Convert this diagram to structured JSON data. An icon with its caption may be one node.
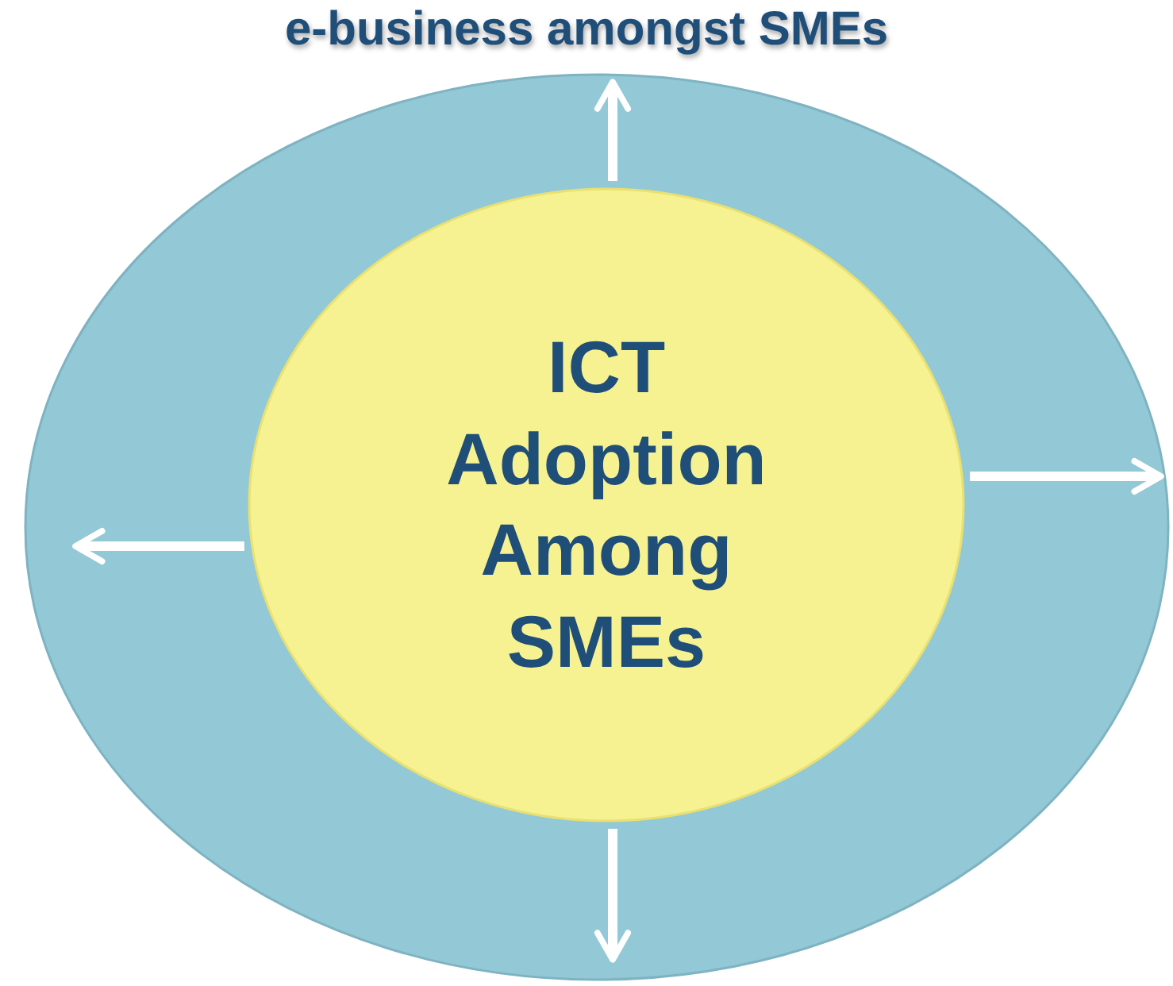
{
  "diagram": {
    "title": "e-business amongst SMEs",
    "nodes": [
      {
        "text": [],
        "shape": "ellipse"
      },
      {
        "text": [
          "ICT Adoption Among SMEs"
        ],
        "in": 0
      }
    ],
    "edges": [
      {
        "from": 1,
        "to": null,
        "arrow": "to"
      },
      {
        "from": 1,
        "to": null,
        "arrow": "to"
      },
      {
        "from": 1,
        "to": null,
        "arrow": "to"
      },
      {
        "from": 1,
        "to": null,
        "arrow": "to"
      }
    ]
  }
}
